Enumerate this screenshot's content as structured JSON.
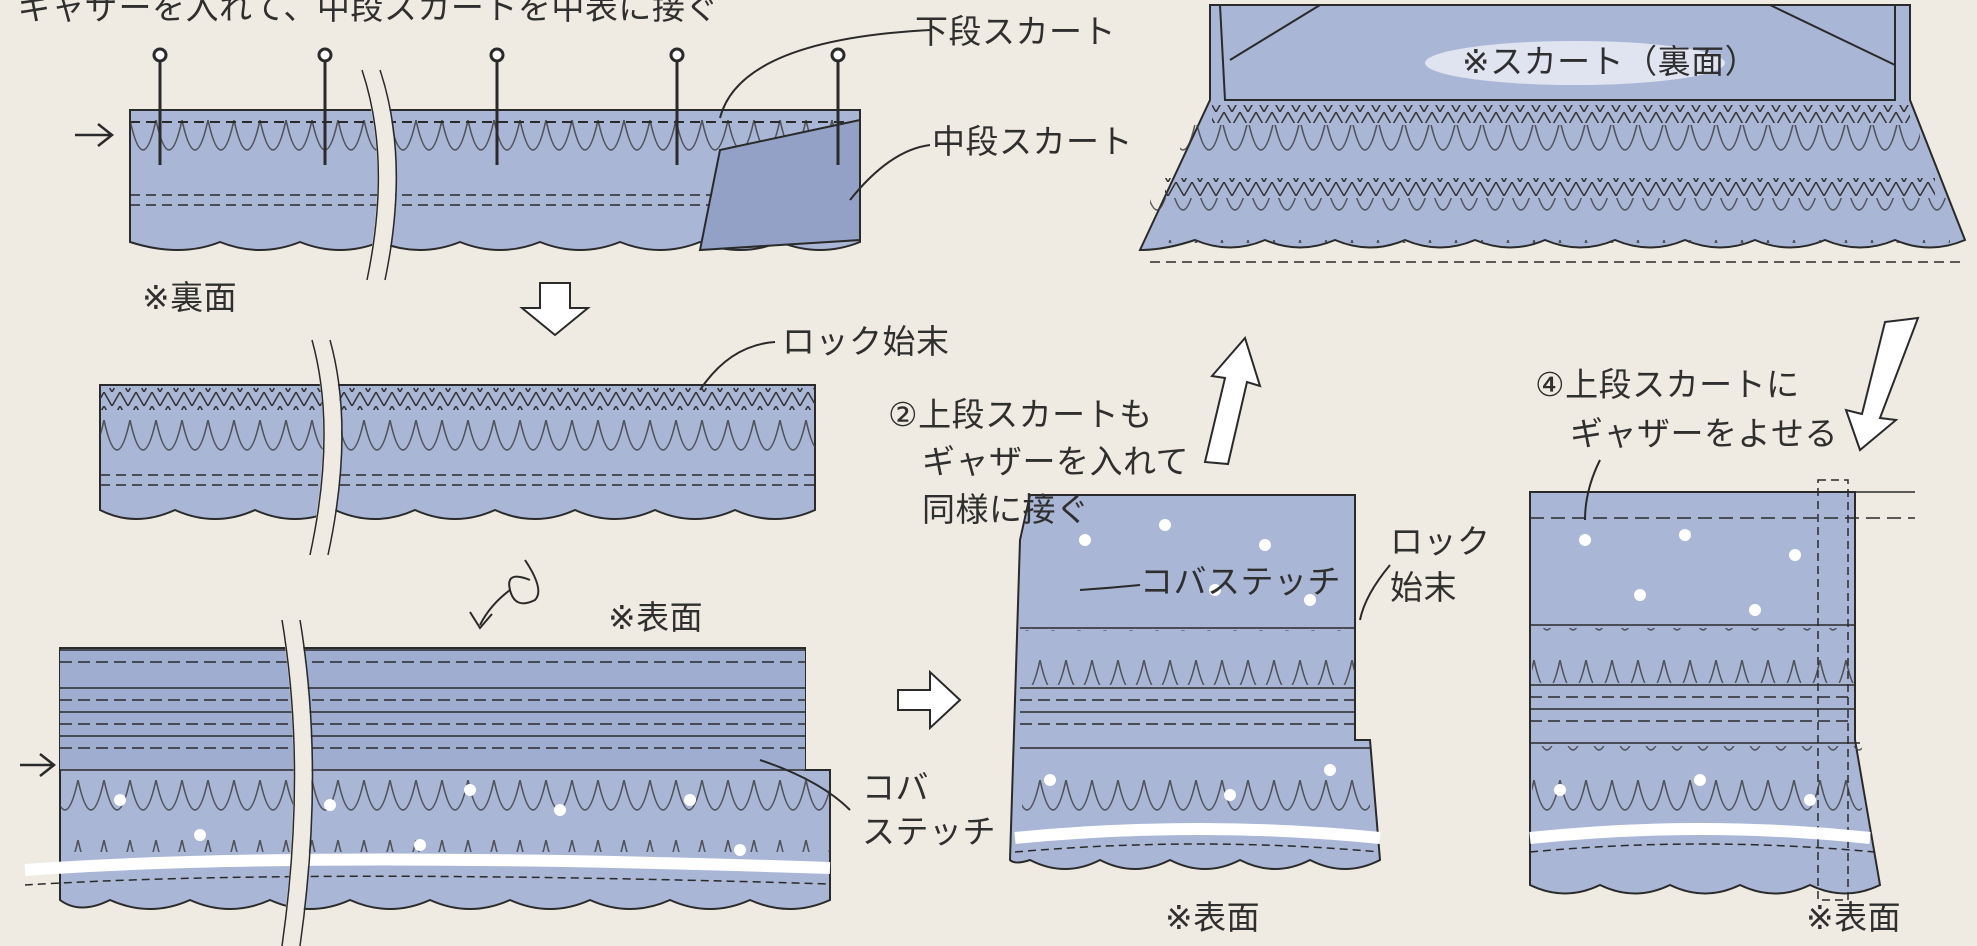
{
  "labels": {
    "header_instruction": "ギャザーを入れて、中段スカートを中表に接ぐ",
    "lower_skirt": "下段スカート",
    "middle_skirt": "中段スカート",
    "reverse_side_1": "※裏面",
    "overlock_1": "ロック始末",
    "front_side_1": "※表面",
    "edge_stitch_1_line1": "コバ",
    "edge_stitch_1_line2": "ステッチ",
    "step2_line1": "②上段スカートも",
    "step2_line2": "ギャザーを入れて",
    "step2_line3": "同様に接ぐ",
    "edge_stitch_2": "コバステッチ",
    "overlock_2_line1": "ロック",
    "overlock_2_line2": "始末",
    "front_side_2": "※表面",
    "skirt_reverse": "※スカート（裏面）",
    "step4_line1": "④上段スカートに",
    "step4_line2": "ギャザーをよせる",
    "front_side_3": "※表面"
  },
  "colors": {
    "background": "#efebe2",
    "fabric": "#a9b6d6",
    "fabric_shade": "#93a1c6",
    "line": "#2a2a2a",
    "dot": "#ffffff"
  }
}
